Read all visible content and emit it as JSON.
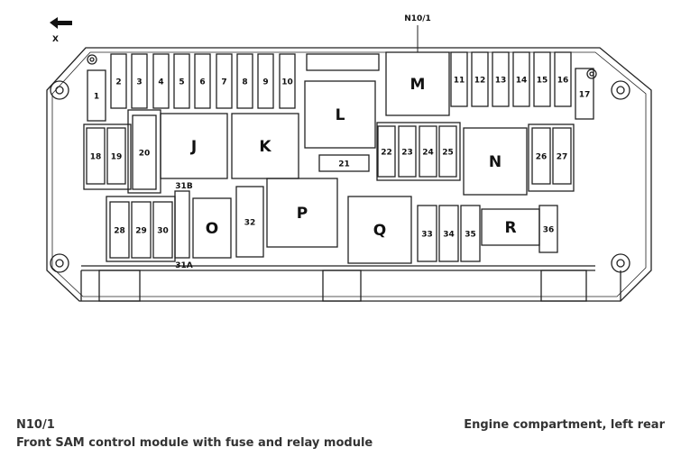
{
  "header": {
    "axis_label": "X",
    "component_code": "N10/1"
  },
  "fuses": [
    "1",
    "2",
    "3",
    "4",
    "5",
    "6",
    "7",
    "8",
    "9",
    "10",
    "11",
    "12",
    "13",
    "14",
    "15",
    "16",
    "17",
    "18",
    "19",
    "20",
    "21",
    "22",
    "23",
    "24",
    "25",
    "26",
    "27",
    "28",
    "29",
    "30",
    "31A",
    "31B",
    "32",
    "33",
    "34",
    "35",
    "36"
  ],
  "relays": [
    "J",
    "K",
    "L",
    "M",
    "N",
    "O",
    "P",
    "Q",
    "R"
  ],
  "caption": {
    "code": "N10/1",
    "location": "Engine compartment, left rear",
    "description": "Front SAM control module with fuse and relay module"
  }
}
